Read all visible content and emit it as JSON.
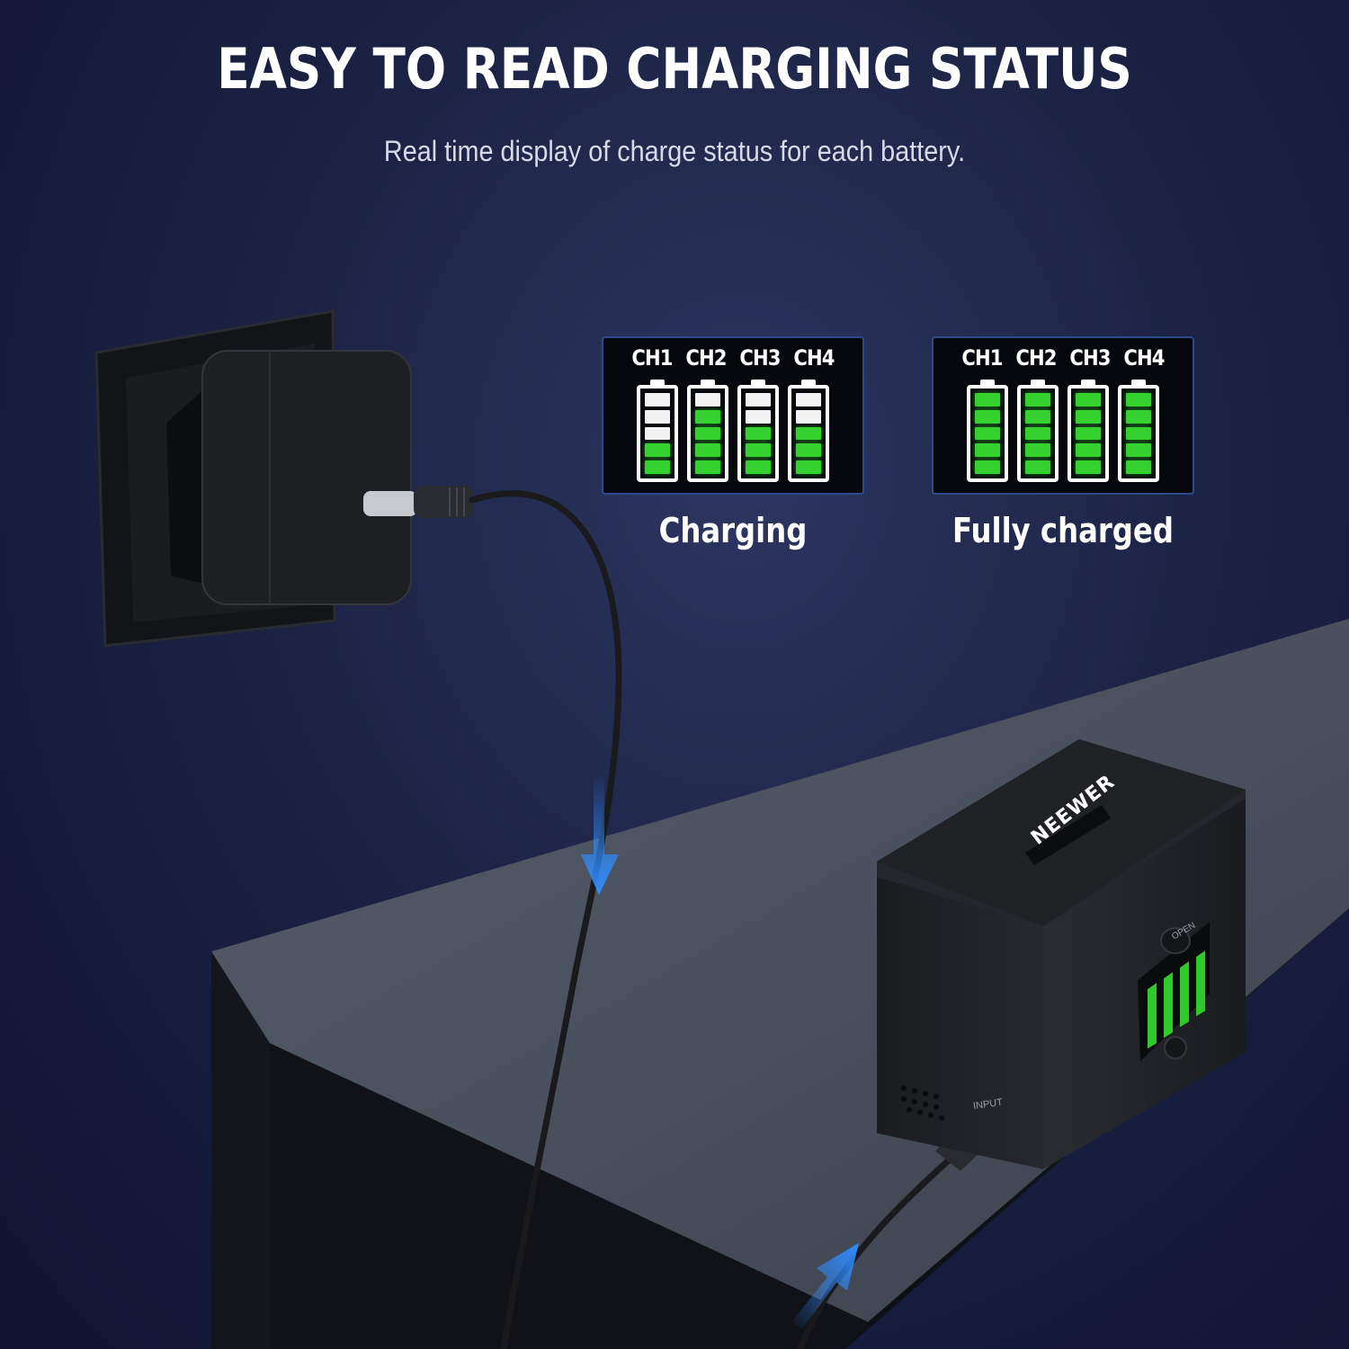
{
  "header": {
    "title": "EASY TO READ CHARGING STATUS",
    "subtitle": "Real time display of charge status for each battery."
  },
  "panels": [
    {
      "status": "Charging",
      "channels": [
        {
          "label": "CH1",
          "level_fraction": 0.4
        },
        {
          "label": "CH2",
          "level_fraction": 0.8
        },
        {
          "label": "CH3",
          "level_fraction": 0.6
        },
        {
          "label": "CH4",
          "level_fraction": 0.6
        }
      ]
    },
    {
      "status": "Fully charged",
      "channels": [
        {
          "label": "CH1",
          "level_fraction": 1.0
        },
        {
          "label": "CH2",
          "level_fraction": 1.0
        },
        {
          "label": "CH3",
          "level_fraction": 1.0
        },
        {
          "label": "CH4",
          "level_fraction": 1.0
        }
      ]
    }
  ],
  "device": {
    "brand": "NEEWER",
    "open_label": "OPEN",
    "input_label": "INPUT"
  },
  "colors": {
    "background": "#1b2244",
    "indicator_green": "#35d22f",
    "panel_border": "#2d4b8a",
    "arrow_blue": "#2f8cff"
  }
}
